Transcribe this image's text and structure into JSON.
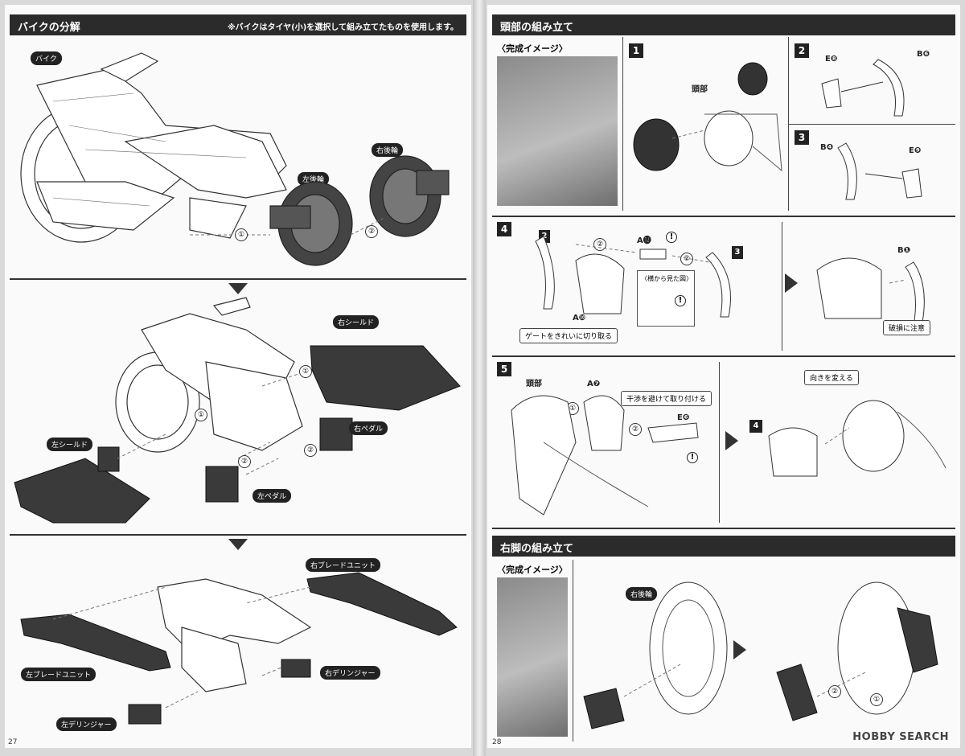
{
  "left_page": {
    "header_title": "バイクの分解",
    "header_note": "※バイクはタイヤ(小)を選択して組み立てたものを使用します。",
    "page_number": "27",
    "labels": {
      "bike": "バイク",
      "left_rear_wheel": "左後輪",
      "right_rear_wheel": "右後輪",
      "right_shield": "右シールド",
      "left_shield": "左シールド",
      "right_pedal": "右ペダル",
      "left_pedal": "左ペダル",
      "right_blade_unit": "右ブレードユニット",
      "left_blade_unit": "左ブレードユニット",
      "right_derringer": "右デリンジャー",
      "left_derringer": "左デリンジャー"
    },
    "order_marks": [
      "①",
      "②",
      "①",
      "②",
      "②",
      "①"
    ]
  },
  "right_page": {
    "page_number": "28",
    "head_section": {
      "title": "頭部の組み立て",
      "complete_image": "〈完成イメージ〉",
      "step1": {
        "number": "1",
        "label": "頭部"
      },
      "step2": {
        "number": "2",
        "part_a": "E❽",
        "part_b": "B❻"
      },
      "step3": {
        "number": "3",
        "part_a": "B❹",
        "part_b": "E❾"
      },
      "step4": {
        "number": "4",
        "ref_left": "2",
        "ref_right": "3",
        "part_center": "A⓬",
        "part_bottom": "A❿",
        "side_view": "〈横から見た図〉",
        "gate_note": "ゲートをきれいに切り取る",
        "part_right": "B❶",
        "damage_note": "破損に注意",
        "order": [
          "②",
          "②"
        ]
      },
      "step5": {
        "number": "5",
        "head_label": "頭部",
        "part_a": "A❼",
        "interference_note": "干渉を避けて取り付ける",
        "part_e": "E❻",
        "turn_note": "向きを変える",
        "ref": "4",
        "order": [
          "①",
          "②"
        ]
      }
    },
    "leg_section": {
      "title": "右脚の組み立て",
      "complete_image": "〈完成イメージ〉",
      "label": "右後輪",
      "order": [
        "②",
        "①"
      ]
    },
    "watermark": "HOBBY SEARCH"
  }
}
